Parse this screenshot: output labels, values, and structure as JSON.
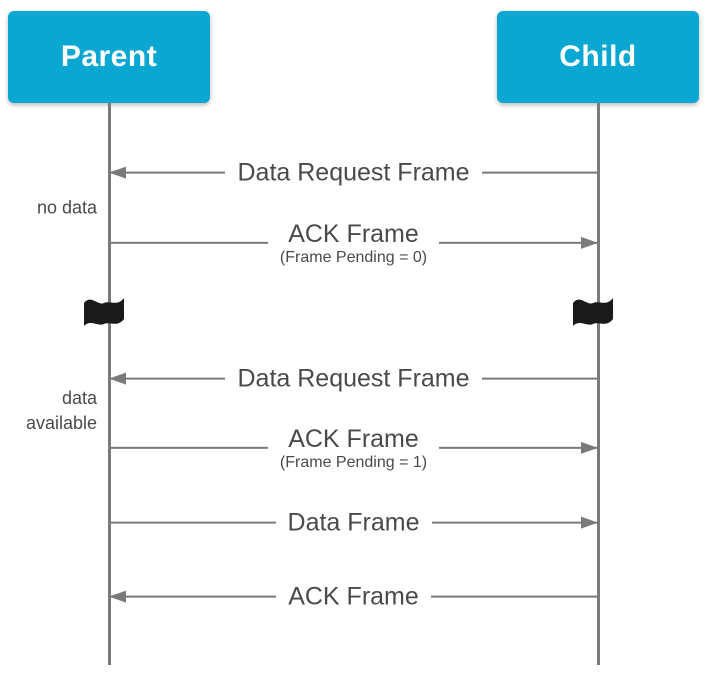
{
  "theme": {
    "accent": "#0aa7d2",
    "line": "#7a7a7a",
    "text": "#4a4a4e",
    "actor_text": "#ffffff",
    "flag": "#1a1a1a"
  },
  "diagram": {
    "actors": [
      {
        "label": "Parent"
      },
      {
        "label": "Child"
      }
    ],
    "messages": [
      {
        "label": "Data Request Frame",
        "direction": "left"
      },
      {
        "label": "ACK Frame",
        "sublabel": "(Frame Pending = 0)",
        "direction": "right"
      },
      {
        "label": "Data Request Frame",
        "direction": "left"
      },
      {
        "label": "ACK Frame",
        "sublabel": "(Frame Pending = 1)",
        "direction": "right"
      },
      {
        "label": "Data Frame",
        "direction": "right"
      },
      {
        "label": "ACK Frame",
        "direction": "left"
      }
    ],
    "side_notes": [
      {
        "label": "no data"
      },
      {
        "label": "data available"
      }
    ]
  }
}
